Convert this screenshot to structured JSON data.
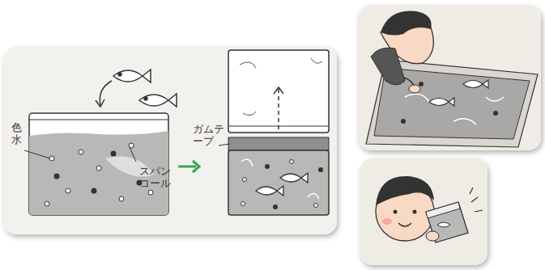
{
  "diagram": {
    "labels": [
      "色水",
      "スパンコール",
      "ガムテープ"
    ]
  }
}
